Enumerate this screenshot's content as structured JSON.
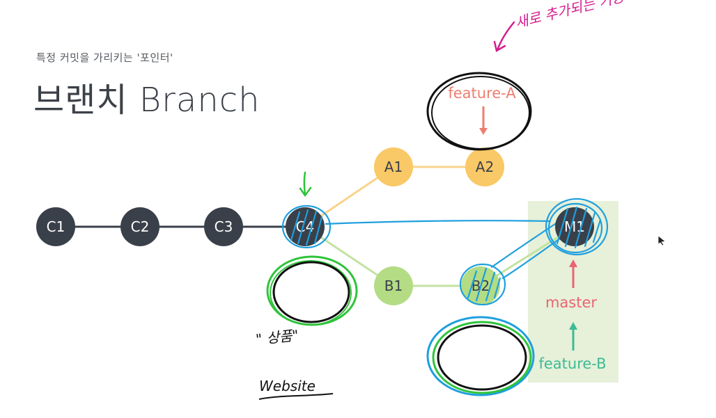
{
  "header": {
    "subtitle": "특정 커밋을 가리키는 '포인터'",
    "title": "브랜치 Branch"
  },
  "colors": {
    "main_commit": "#3a4049",
    "branch_a": "#f9c867",
    "branch_b": "#b3dc85",
    "merge_highlight": "#e7f0d9",
    "pointer_feature_a": "#ee7d6f",
    "pointer_master": "#ea6473",
    "pointer_feature_b": "#3dbb95",
    "annotation_blue": "#1e9fde",
    "annotation_green": "#2fc43a",
    "annotation_magenta": "#d41b8c"
  },
  "commits": {
    "c1": "C1",
    "c2": "C2",
    "c3": "C3",
    "c4": "C4",
    "a1": "A1",
    "a2": "A2",
    "b1": "B1",
    "b2": "B2",
    "m1": "M1"
  },
  "pointers": {
    "feature_a": "feature-A",
    "master": "master",
    "feature_b": "feature-B"
  },
  "annotations": {
    "top_right": "새로 추가되는 기능",
    "quoted": "\" 상품\"",
    "website": "Website"
  }
}
